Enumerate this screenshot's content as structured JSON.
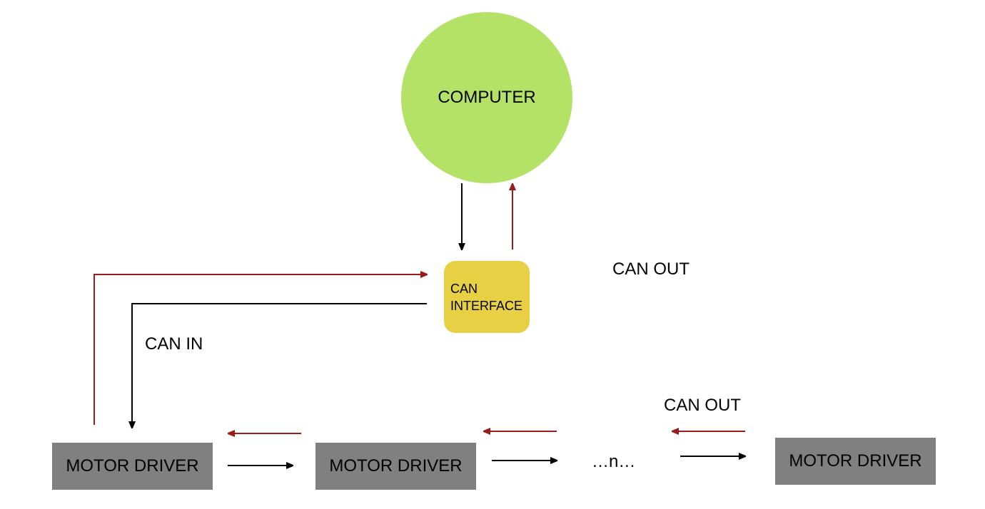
{
  "colors": {
    "computer": "#b3e267",
    "can_interface": "#e8d044",
    "motor_driver": "#808080",
    "arrow_in": "#000000",
    "arrow_out": "#9b1b1b"
  },
  "nodes": {
    "computer": "COMPUTER",
    "can_interface_line1": "CAN",
    "can_interface_line2": "INTERFACE",
    "motor_driver_1": "MOTOR DRIVER",
    "motor_driver_2": "MOTOR DRIVER",
    "motor_driver_n": "MOTOR DRIVER"
  },
  "labels": {
    "can_out_top": "CAN OUT",
    "can_in": "CAN IN",
    "can_out_bottom": "CAN OUT",
    "ellipsis": "…n…"
  }
}
